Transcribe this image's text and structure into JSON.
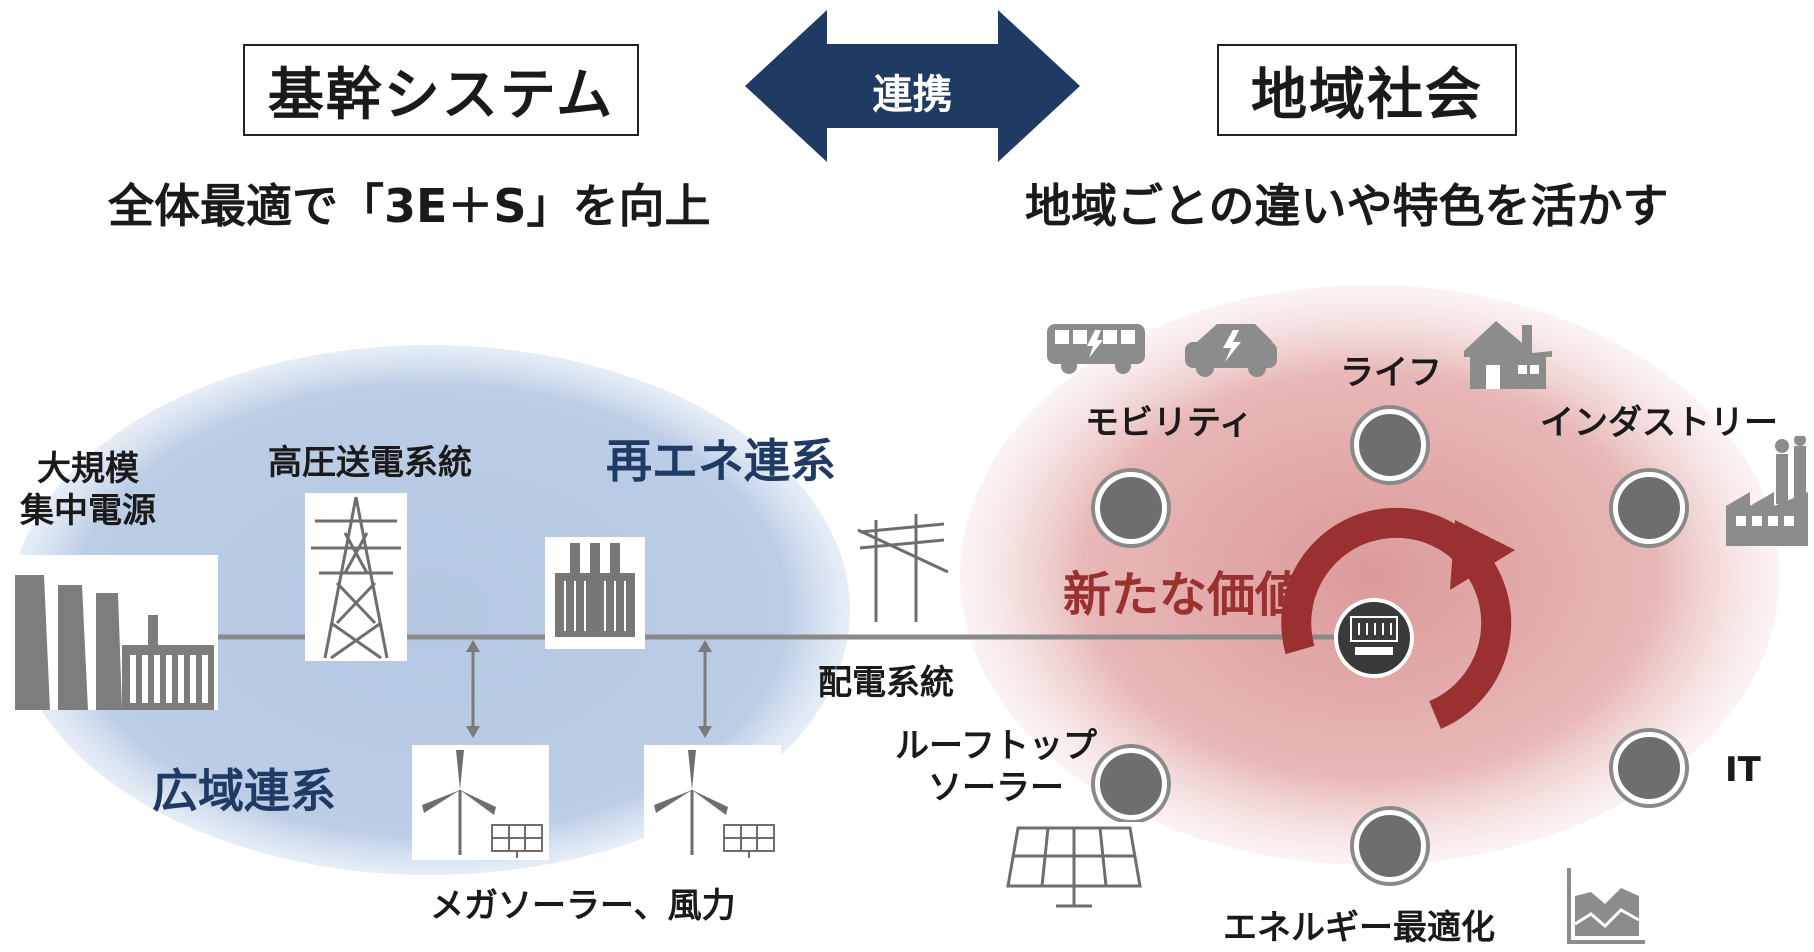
{
  "header": {
    "left_title": "基幹システム",
    "left_subtitle": "全体最適で「3E＋S」を向上",
    "link_label": "連携",
    "right_title": "地域社会",
    "right_subtitle": "地域ごとの違いや特色を活かす"
  },
  "grid": {
    "large_plant": "大規模\n集中電源",
    "transmission": "高圧送電系統",
    "renewable": "再エネ連系",
    "distribution": "配電系統",
    "wide_area": "広域連系",
    "mega_solar": "メガソーラー、風力"
  },
  "community": {
    "new_value": "新たな価値",
    "mobility": "モビリティ",
    "life": "ライフ",
    "industry": "インダストリー",
    "it": "IT",
    "energy_opt": "エネルギー最適化",
    "rooftop_solar": "ルーフトップ\nソーラー"
  },
  "colors": {
    "navy": "#1f3a63",
    "blue_ellipse": "#b7c9e3",
    "red_ellipse": "#e6b1b1",
    "red_arrow": "#9a3030",
    "icon_gray": "#8c8c8c"
  }
}
